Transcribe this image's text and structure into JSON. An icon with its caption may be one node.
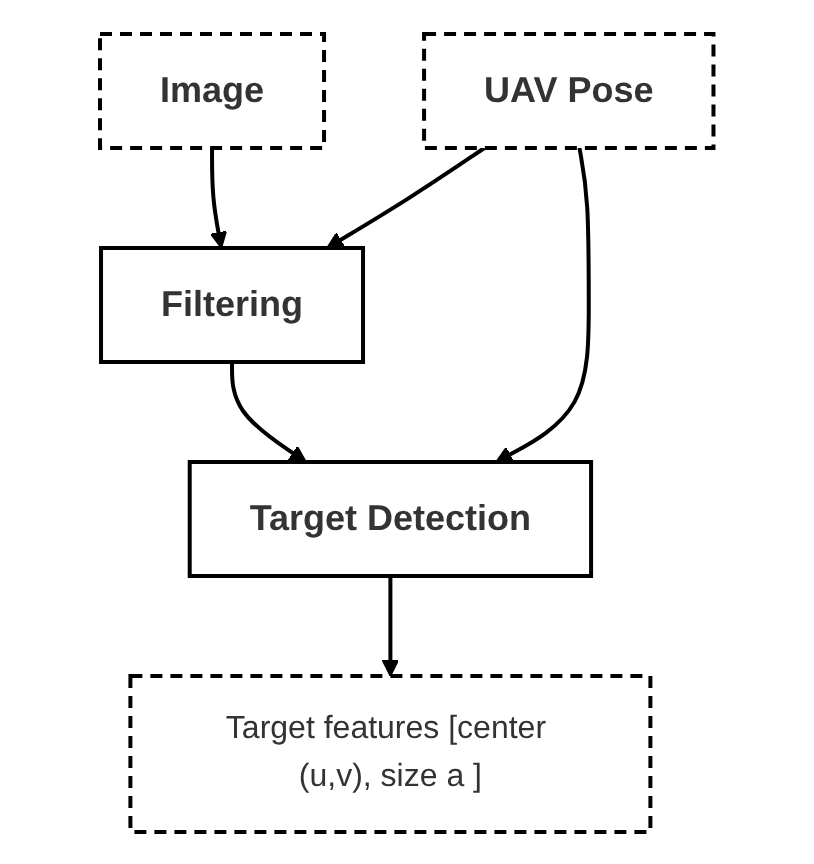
{
  "diagram": {
    "nodes": [
      {
        "text": [
          "Image"
        ]
      },
      {
        "text": [
          "Filtering"
        ]
      },
      {
        "text": [
          "UAV Pose"
        ]
      },
      {
        "text": [
          "Target Detection"
        ]
      },
      {
        "text": [
          "Target features [center (u,v), size a ]"
        ]
      }
    ],
    "edges": [
      {
        "from": 0,
        "to": 1,
        "arrow": "to"
      },
      {
        "from": 2,
        "to": 1,
        "arrow": "to"
      },
      {
        "from": 1,
        "to": 3,
        "arrow": "to"
      },
      {
        "from": 2,
        "to": 3,
        "arrow": "to"
      },
      {
        "from": 3,
        "to": 4,
        "arrow": "to"
      }
    ]
  }
}
